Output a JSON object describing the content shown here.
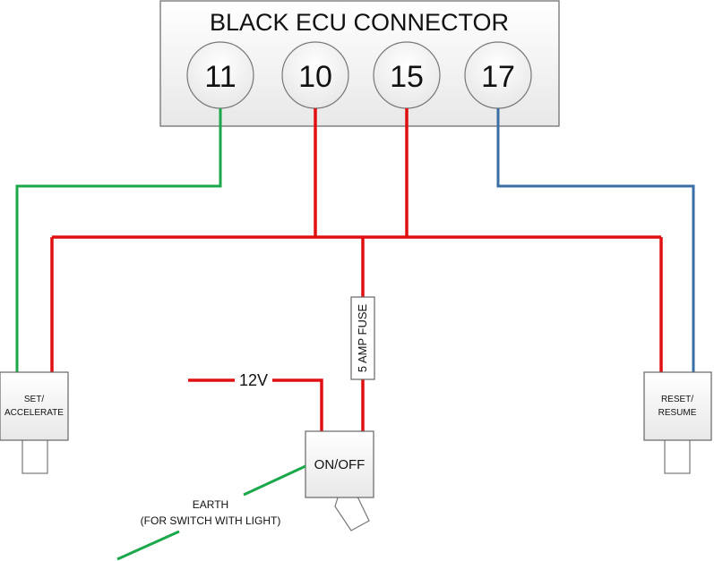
{
  "connector": {
    "title": "BLACK ECU CONNECTOR",
    "pins": [
      "11",
      "10",
      "15",
      "17"
    ]
  },
  "fuse": {
    "label": "5 AMP FUSE"
  },
  "supply": {
    "label": "12V"
  },
  "switches": {
    "set": {
      "line1": "SET/",
      "line2": "ACCELERATE"
    },
    "reset": {
      "line1": "RESET/",
      "line2": "RESUME"
    },
    "onoff": {
      "label": "ON/OFF"
    }
  },
  "earth": {
    "line1": "EARTH",
    "line2": "(FOR SWITCH WITH LIGHT)"
  },
  "colors": {
    "red_wire": "#e01010",
    "green_wire": "#1aa84a",
    "blue_wire": "#3b6ea5",
    "box_fill": "#f2f2f2",
    "box_stroke": "#666666"
  }
}
